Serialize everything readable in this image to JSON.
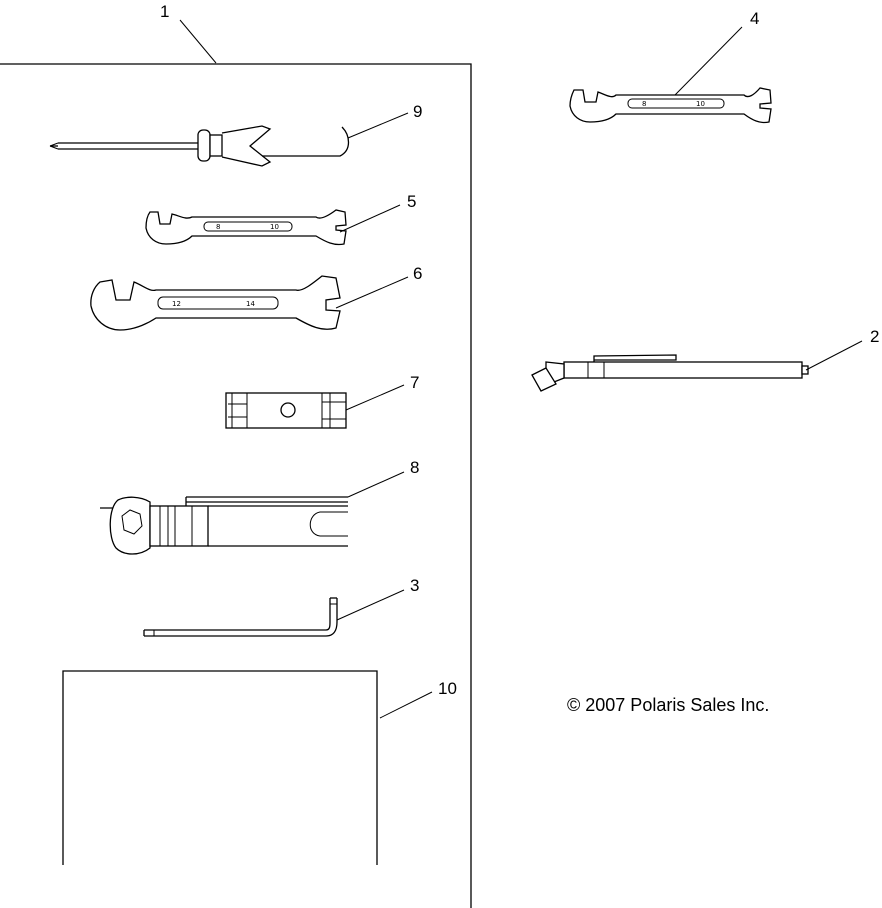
{
  "callouts": {
    "c1": "1",
    "c2": "2",
    "c3": "3",
    "c4": "4",
    "c5": "5",
    "c6": "6",
    "c7": "7",
    "c8": "8",
    "c9": "9",
    "c10": "10"
  },
  "wrench_sizes": {
    "w4_left": "8",
    "w4_right": "10",
    "w5_left": "8",
    "w5_right": "10",
    "w6_left": "12",
    "w6_right": "14"
  },
  "copyright": "© 2007 Polaris Sales Inc."
}
